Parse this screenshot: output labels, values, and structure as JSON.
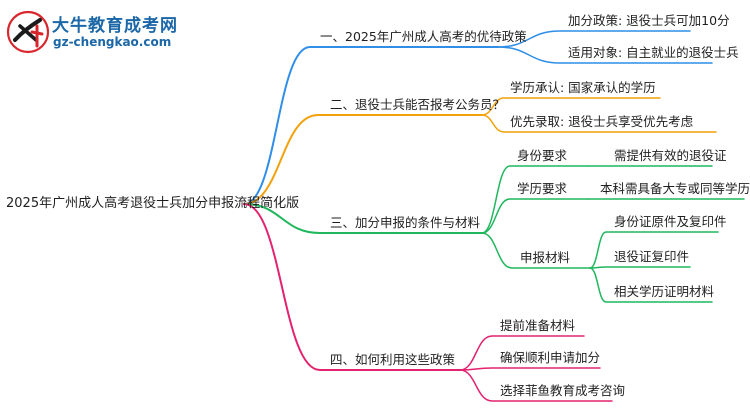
{
  "logo": {
    "title": "大牛教育成考网",
    "url": "gz-chengkao.com"
  },
  "mindmap": {
    "root": "2025年广州成人高考退役士兵加分申报流程简化版",
    "branches": [
      {
        "label": "一、2025年广州成人高考的优待政策",
        "color": "#2f8ee8",
        "children": [
          {
            "label": "加分政策: 退役士兵可加10分"
          },
          {
            "label": "适用对象: 自主就业的退役士兵"
          }
        ]
      },
      {
        "label": "二、退役士兵能否报考公务员？",
        "color": "#f2a10a",
        "children": [
          {
            "label": "学历承认: 国家承认的学历"
          },
          {
            "label": "优先录取: 退役士兵享受优先考虑"
          }
        ]
      },
      {
        "label": "三、加分申报的条件与材料",
        "color": "#1fb75c",
        "children": [
          {
            "label": "身份要求",
            "children": [
              {
                "label": "需提供有效的退役证"
              }
            ]
          },
          {
            "label": "学历要求",
            "children": [
              {
                "label": "本科需具备大专或同等学历"
              }
            ]
          },
          {
            "label": "申报材料",
            "children": [
              {
                "label": "身份证原件及复印件"
              },
              {
                "label": "退役证复印件"
              },
              {
                "label": "相关学历证明材料"
              }
            ]
          }
        ]
      },
      {
        "label": "四、如何利用这些政策",
        "color": "#e4226f",
        "children": [
          {
            "label": "提前准备材料"
          },
          {
            "label": "确保顺利申请加分"
          },
          {
            "label": "选择菲鱼教育成考咨询"
          }
        ]
      }
    ]
  }
}
